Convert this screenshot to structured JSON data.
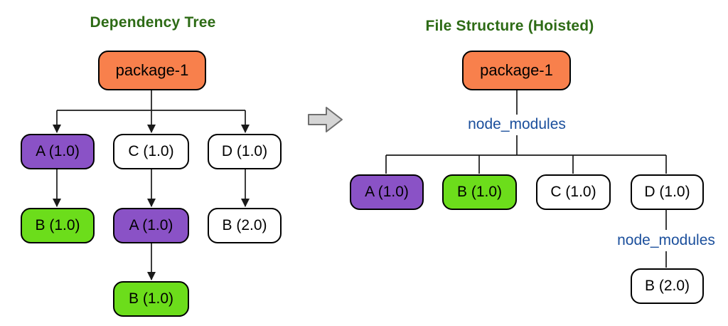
{
  "palette": {
    "title_green": "#2d6b15",
    "folder_blue": "#1b4f9c",
    "line": "#1a1a1a",
    "node_orange": "#f8804c",
    "node_purple": "#8a52c6",
    "node_green": "#6cdd1b",
    "node_white": "#ffffff",
    "transform_arrow_fill": "#d5d5d5",
    "transform_arrow_stroke": "#6f6f6f"
  },
  "left_diagram": {
    "title": "Dependency Tree",
    "root": {
      "label": "package-1",
      "color": "orange"
    },
    "nodes": {
      "a1": {
        "label": "A (1.0)",
        "color": "purple"
      },
      "c": {
        "label": "C (1.0)",
        "color": "white"
      },
      "d": {
        "label": "D (1.0)",
        "color": "white"
      },
      "b1": {
        "label": "B (1.0)",
        "color": "green"
      },
      "a2": {
        "label": "A (1.0)",
        "color": "purple"
      },
      "b2": {
        "label": "B (2.0)",
        "color": "white"
      },
      "b3": {
        "label": "B (1.0)",
        "color": "green"
      }
    }
  },
  "transform_arrow": {
    "icon": "right-arrow"
  },
  "right_diagram": {
    "title": "File Structure (Hoisted)",
    "root": {
      "label": "package-1",
      "color": "orange"
    },
    "folder_label_top": "node_modules",
    "folder_label_nested": "node_modules",
    "nodes": {
      "a": {
        "label": "A (1.0)",
        "color": "purple"
      },
      "b": {
        "label": "B (1.0)",
        "color": "green"
      },
      "c": {
        "label": "C (1.0)",
        "color": "white"
      },
      "d": {
        "label": "D (1.0)",
        "color": "white"
      },
      "b2": {
        "label": "B (2.0)",
        "color": "white"
      }
    }
  }
}
